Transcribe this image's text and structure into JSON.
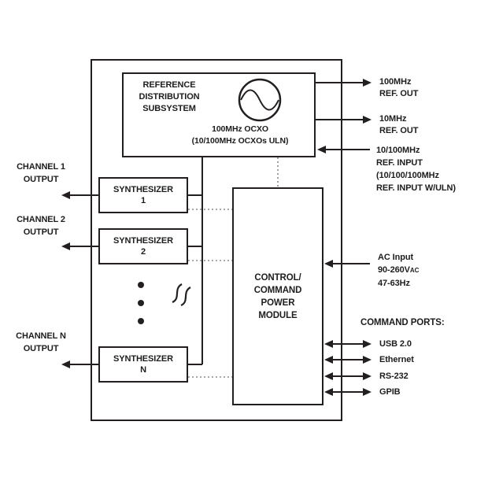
{
  "reference_box": {
    "title_line1": "REFERENCE",
    "title_line2": "DISTRIBUTION",
    "title_line3": "SUBSYSTEM",
    "ocxo_line1": "100MHz OCXO",
    "ocxo_line2": "(10/100MHz OCXOs ULN)"
  },
  "right_labels": {
    "ref_out_100": {
      "line1": "100MHz",
      "line2": "REF. OUT"
    },
    "ref_out_10": {
      "line1": "10MHz",
      "line2": "REF. OUT"
    },
    "ref_input": {
      "line1": "10/100MHz",
      "line2": "REF. INPUT",
      "line3": "(10/100/100MHz",
      "line4": "REF. INPUT W/ULN)"
    },
    "ac_input": {
      "line1": "AC Input",
      "v_main": "90-260V",
      "v_sub": "AC",
      "line3": "47-63Hz"
    },
    "command_ports_title": "COMMAND PORTS:",
    "ports": [
      "USB 2.0",
      "Ethernet",
      "RS-232",
      "GPIB"
    ]
  },
  "channels": [
    {
      "label_line1": "CHANNEL 1",
      "label_line2": "OUTPUT",
      "synth_line1": "SYNTHESIZER",
      "synth_line2": "1"
    },
    {
      "label_line1": "CHANNEL 2",
      "label_line2": "OUTPUT",
      "synth_line1": "SYNTHESIZER",
      "synth_line2": "2"
    },
    {
      "label_line1": "CHANNEL N",
      "label_line2": "OUTPUT",
      "synth_line1": "SYNTHESIZER",
      "synth_line2": "N"
    }
  ],
  "control_box": {
    "line1": "CONTROL/",
    "line2": "COMMAND",
    "line3": "POWER",
    "line4": "MODULE"
  },
  "colors": {
    "line": "#231f20",
    "dotted": "#8c8c8c",
    "background": "#ffffff"
  }
}
